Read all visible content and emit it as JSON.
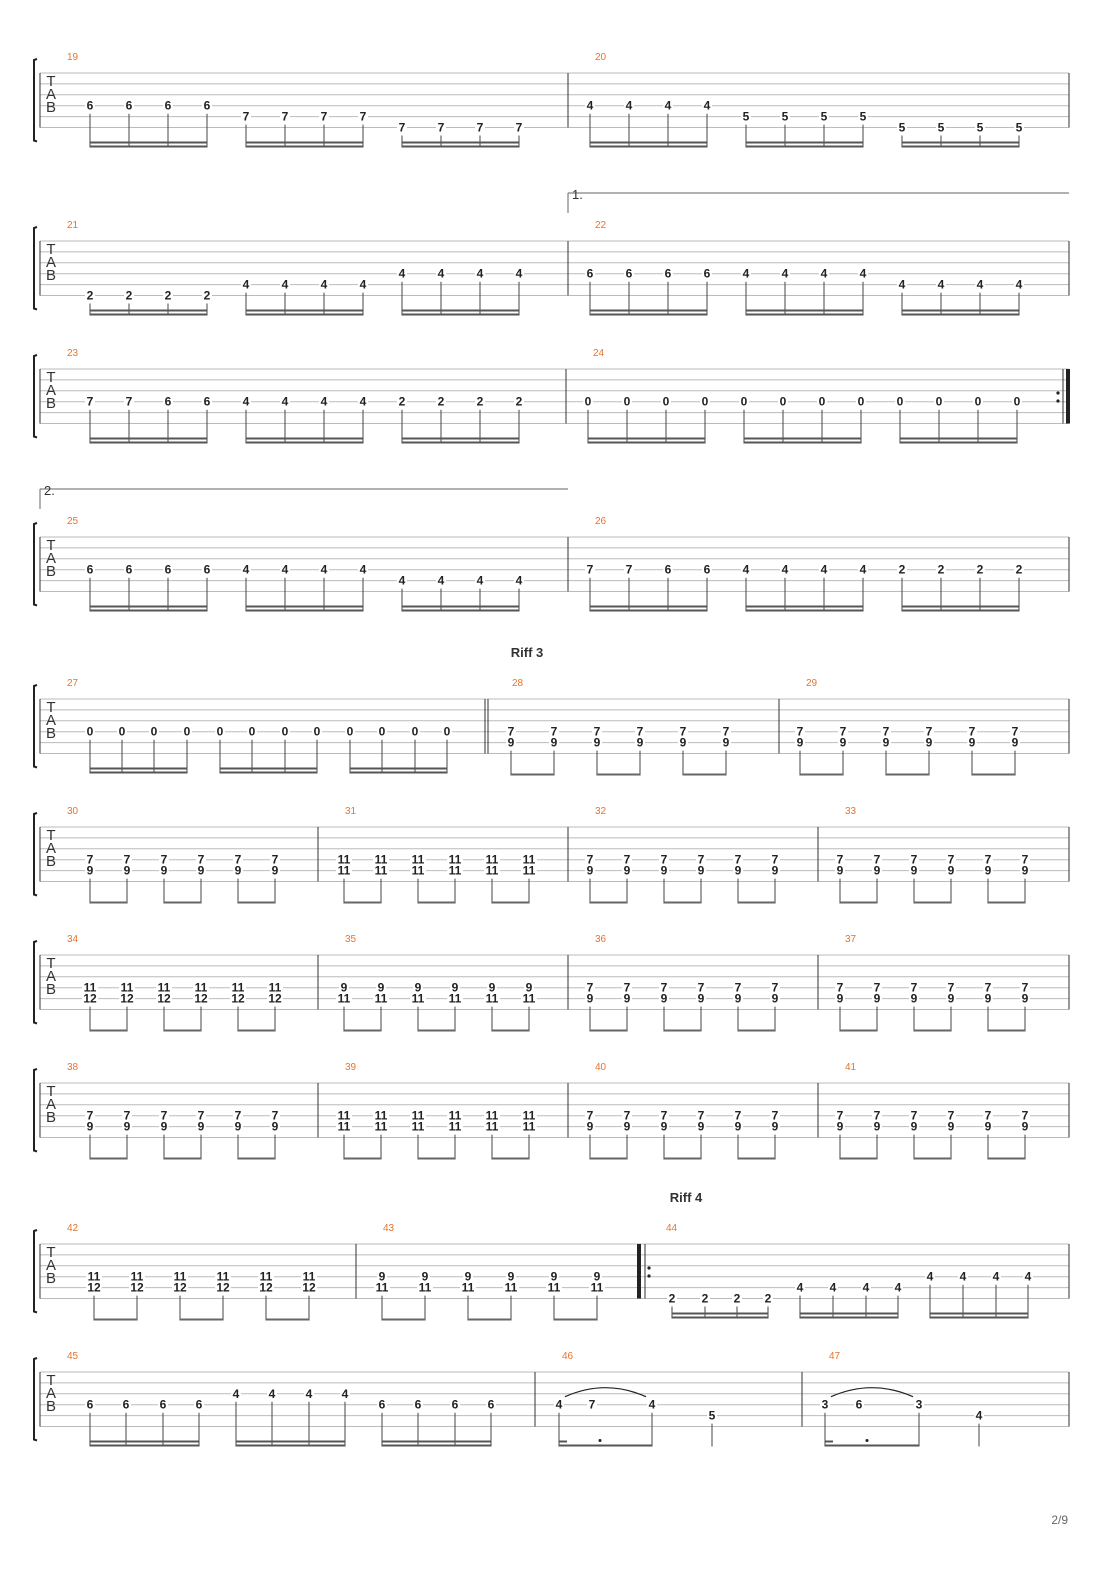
{
  "page": {
    "number": "2/9"
  },
  "tab_letters": [
    "T",
    "A",
    "B"
  ],
  "riffs": [
    "Riff 3",
    "Riff 4"
  ],
  "voltas": [
    "1.",
    "2."
  ],
  "measures": [
    {
      "n": "19",
      "notes": [
        [
          "6"
        ],
        [
          "6"
        ],
        [
          "6"
        ],
        [
          "6"
        ],
        [
          "7"
        ],
        [
          "7"
        ],
        [
          "7"
        ],
        [
          "7"
        ],
        [
          "7"
        ],
        [
          "7"
        ],
        [
          "7"
        ],
        [
          "7"
        ]
      ]
    },
    {
      "n": "20",
      "notes": [
        [
          "4"
        ],
        [
          "4"
        ],
        [
          "4"
        ],
        [
          "4"
        ],
        [
          "5"
        ],
        [
          "5"
        ],
        [
          "5"
        ],
        [
          "5"
        ],
        [
          "5"
        ],
        [
          "5"
        ],
        [
          "5"
        ],
        [
          "5"
        ]
      ]
    },
    {
      "n": "21",
      "notes": [
        [
          "2"
        ],
        [
          "2"
        ],
        [
          "2"
        ],
        [
          "2"
        ],
        [
          "4"
        ],
        [
          "4"
        ],
        [
          "4"
        ],
        [
          "4"
        ],
        [
          "4"
        ],
        [
          "4"
        ],
        [
          "4"
        ],
        [
          "4"
        ]
      ]
    },
    {
      "n": "22",
      "notes": [
        [
          "6"
        ],
        [
          "6"
        ],
        [
          "6"
        ],
        [
          "6"
        ],
        [
          "4"
        ],
        [
          "4"
        ],
        [
          "4"
        ],
        [
          "4"
        ],
        [
          "4"
        ],
        [
          "4"
        ],
        [
          "4"
        ],
        [
          "4"
        ]
      ]
    },
    {
      "n": "23",
      "notes": [
        [
          "7"
        ],
        [
          "7"
        ],
        [
          "6"
        ],
        [
          "6"
        ],
        [
          "4"
        ],
        [
          "4"
        ],
        [
          "4"
        ],
        [
          "4"
        ],
        [
          "2"
        ],
        [
          "2"
        ],
        [
          "2"
        ],
        [
          "2"
        ]
      ]
    },
    {
      "n": "24",
      "notes": [
        [
          "0"
        ],
        [
          "0"
        ],
        [
          "0"
        ],
        [
          "0"
        ],
        [
          "0"
        ],
        [
          "0"
        ],
        [
          "0"
        ],
        [
          "0"
        ],
        [
          "0"
        ],
        [
          "0"
        ],
        [
          "0"
        ],
        [
          "0"
        ]
      ]
    },
    {
      "n": "25",
      "notes": [
        [
          "6"
        ],
        [
          "6"
        ],
        [
          "6"
        ],
        [
          "6"
        ],
        [
          "4"
        ],
        [
          "4"
        ],
        [
          "4"
        ],
        [
          "4"
        ],
        [
          "4"
        ],
        [
          "4"
        ],
        [
          "4"
        ],
        [
          "4"
        ]
      ]
    },
    {
      "n": "26",
      "notes": [
        [
          "7"
        ],
        [
          "7"
        ],
        [
          "6"
        ],
        [
          "6"
        ],
        [
          "4"
        ],
        [
          "4"
        ],
        [
          "4"
        ],
        [
          "4"
        ],
        [
          "2"
        ],
        [
          "2"
        ],
        [
          "2"
        ],
        [
          "2"
        ]
      ]
    },
    {
      "n": "27",
      "notes": [
        [
          "0"
        ],
        [
          "0"
        ],
        [
          "0"
        ],
        [
          "0"
        ],
        [
          "0"
        ],
        [
          "0"
        ],
        [
          "0"
        ],
        [
          "0"
        ],
        [
          "0"
        ],
        [
          "0"
        ],
        [
          "0"
        ],
        [
          "0"
        ]
      ]
    },
    {
      "n": "28",
      "notes": [
        [
          "7",
          "9"
        ],
        [
          "7",
          "9"
        ],
        [
          "7",
          "9"
        ],
        [
          "7",
          "9"
        ],
        [
          "7",
          "9"
        ],
        [
          "7",
          "9"
        ]
      ]
    },
    {
      "n": "29",
      "notes": [
        [
          "7",
          "9"
        ],
        [
          "7",
          "9"
        ],
        [
          "7",
          "9"
        ],
        [
          "7",
          "9"
        ],
        [
          "7",
          "9"
        ],
        [
          "7",
          "9"
        ]
      ]
    },
    {
      "n": "30",
      "notes": [
        [
          "7",
          "9"
        ],
        [
          "7",
          "9"
        ],
        [
          "7",
          "9"
        ],
        [
          "7",
          "9"
        ],
        [
          "7",
          "9"
        ],
        [
          "7",
          "9"
        ]
      ]
    },
    {
      "n": "31",
      "notes": [
        [
          "11",
          "11"
        ],
        [
          "11",
          "11"
        ],
        [
          "11",
          "11"
        ],
        [
          "11",
          "11"
        ],
        [
          "11",
          "11"
        ],
        [
          "11",
          "11"
        ]
      ]
    },
    {
      "n": "32",
      "notes": [
        [
          "7",
          "9"
        ],
        [
          "7",
          "9"
        ],
        [
          "7",
          "9"
        ],
        [
          "7",
          "9"
        ],
        [
          "7",
          "9"
        ],
        [
          "7",
          "9"
        ]
      ]
    },
    {
      "n": "33",
      "notes": [
        [
          "7",
          "9"
        ],
        [
          "7",
          "9"
        ],
        [
          "7",
          "9"
        ],
        [
          "7",
          "9"
        ],
        [
          "7",
          "9"
        ],
        [
          "7",
          "9"
        ]
      ]
    },
    {
      "n": "34",
      "notes": [
        [
          "11",
          "12"
        ],
        [
          "11",
          "12"
        ],
        [
          "11",
          "12"
        ],
        [
          "11",
          "12"
        ],
        [
          "11",
          "12"
        ],
        [
          "11",
          "12"
        ]
      ]
    },
    {
      "n": "35",
      "notes": [
        [
          "9",
          "11"
        ],
        [
          "9",
          "11"
        ],
        [
          "9",
          "11"
        ],
        [
          "9",
          "11"
        ],
        [
          "9",
          "11"
        ],
        [
          "9",
          "11"
        ]
      ]
    },
    {
      "n": "36",
      "notes": [
        [
          "7",
          "9"
        ],
        [
          "7",
          "9"
        ],
        [
          "7",
          "9"
        ],
        [
          "7",
          "9"
        ],
        [
          "7",
          "9"
        ],
        [
          "7",
          "9"
        ]
      ]
    },
    {
      "n": "37",
      "notes": [
        [
          "7",
          "9"
        ],
        [
          "7",
          "9"
        ],
        [
          "7",
          "9"
        ],
        [
          "7",
          "9"
        ],
        [
          "7",
          "9"
        ],
        [
          "7",
          "9"
        ]
      ]
    },
    {
      "n": "38",
      "notes": [
        [
          "7",
          "9"
        ],
        [
          "7",
          "9"
        ],
        [
          "7",
          "9"
        ],
        [
          "7",
          "9"
        ],
        [
          "7",
          "9"
        ],
        [
          "7",
          "9"
        ]
      ]
    },
    {
      "n": "39",
      "notes": [
        [
          "11",
          "11"
        ],
        [
          "11",
          "11"
        ],
        [
          "11",
          "11"
        ],
        [
          "11",
          "11"
        ],
        [
          "11",
          "11"
        ],
        [
          "11",
          "11"
        ]
      ]
    },
    {
      "n": "40",
      "notes": [
        [
          "7",
          "9"
        ],
        [
          "7",
          "9"
        ],
        [
          "7",
          "9"
        ],
        [
          "7",
          "9"
        ],
        [
          "7",
          "9"
        ],
        [
          "7",
          "9"
        ]
      ]
    },
    {
      "n": "41",
      "notes": [
        [
          "7",
          "9"
        ],
        [
          "7",
          "9"
        ],
        [
          "7",
          "9"
        ],
        [
          "7",
          "9"
        ],
        [
          "7",
          "9"
        ],
        [
          "7",
          "9"
        ]
      ]
    },
    {
      "n": "42",
      "notes": [
        [
          "11",
          "12"
        ],
        [
          "11",
          "12"
        ],
        [
          "11",
          "12"
        ],
        [
          "11",
          "12"
        ],
        [
          "11",
          "12"
        ],
        [
          "11",
          "12"
        ]
      ]
    },
    {
      "n": "43",
      "notes": [
        [
          "9",
          "11"
        ],
        [
          "9",
          "11"
        ],
        [
          "9",
          "11"
        ],
        [
          "9",
          "11"
        ],
        [
          "9",
          "11"
        ],
        [
          "9",
          "11"
        ]
      ]
    },
    {
      "n": "44",
      "notes": [
        [
          "2"
        ],
        [
          "2"
        ],
        [
          "2"
        ],
        [
          "2"
        ],
        [
          "4"
        ],
        [
          "4"
        ],
        [
          "4"
        ],
        [
          "4"
        ],
        [
          "4"
        ],
        [
          "4"
        ],
        [
          "4"
        ],
        [
          "4"
        ]
      ]
    },
    {
      "n": "45",
      "notes": [
        [
          "6"
        ],
        [
          "6"
        ],
        [
          "6"
        ],
        [
          "6"
        ],
        [
          "4"
        ],
        [
          "4"
        ],
        [
          "4"
        ],
        [
          "4"
        ],
        [
          "6"
        ],
        [
          "6"
        ],
        [
          "6"
        ],
        [
          "6"
        ]
      ]
    },
    {
      "n": "46",
      "notes": [
        [
          "4"
        ],
        [
          "7"
        ],
        [
          "4"
        ],
        [
          "5"
        ]
      ]
    },
    {
      "n": "47",
      "notes": [
        [
          "3"
        ],
        [
          "6"
        ],
        [
          "3"
        ],
        [
          "4"
        ]
      ]
    }
  ]
}
